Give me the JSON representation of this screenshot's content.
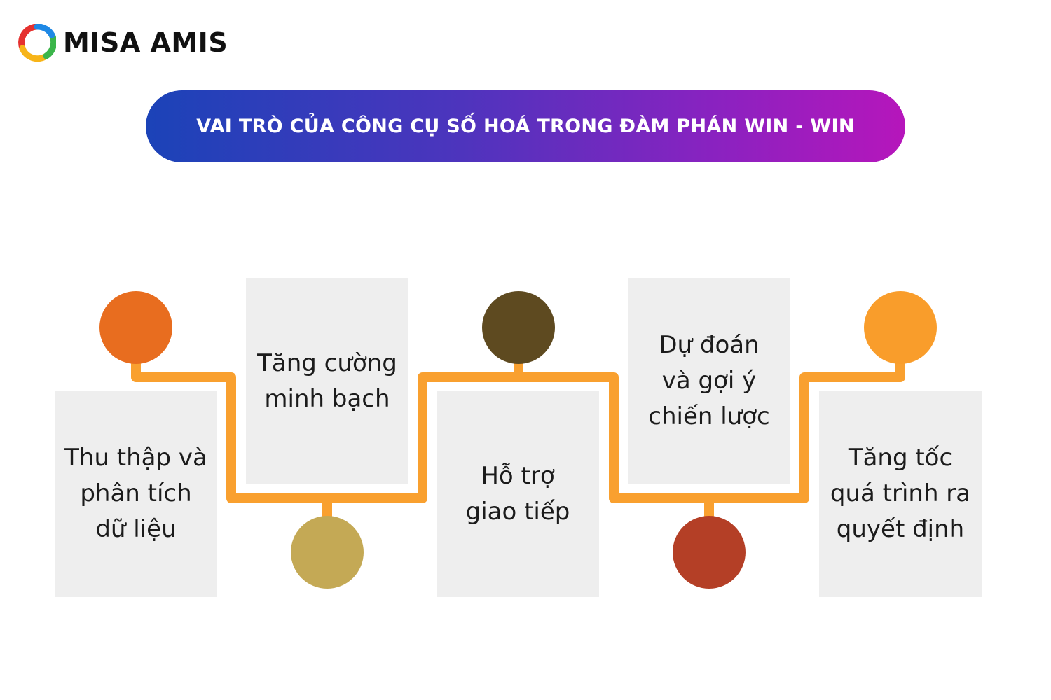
{
  "brand": {
    "name": "MISA AMIS",
    "logo_colors": [
      "#e5312f",
      "#f7b418",
      "#3bb54a",
      "#1e88e5"
    ]
  },
  "title": "VAI TRÒ CỦA CÔNG CỤ SỐ HOÁ TRONG ĐÀM PHÁN WIN - WIN",
  "title_gradient": [
    "#1b43b8",
    "#b616bb"
  ],
  "connector_color": "#f9a02f",
  "steps": [
    {
      "label": "Thu thập và phân tích dữ liệu",
      "lines": [
        "Thu thập và",
        "phân tích",
        "dữ liệu"
      ],
      "dot_color": "#e86d1f",
      "position": "top"
    },
    {
      "label": "Tăng cường minh bạch",
      "lines": [
        "Tăng cường",
        "minh bạch"
      ],
      "dot_color": "#c4a955",
      "position": "bottom"
    },
    {
      "label": "Hỗ trợ giao tiếp",
      "lines": [
        "Hỗ trợ",
        "giao tiếp"
      ],
      "dot_color": "#5e4a20",
      "position": "top"
    },
    {
      "label": "Dự đoán và gợi ý chiến lược",
      "lines": [
        "Dự đoán",
        "và gợi ý",
        "chiến lược"
      ],
      "dot_color": "#b43f26",
      "position": "bottom"
    },
    {
      "label": "Tăng tốc quá trình ra quyết định",
      "lines": [
        "Tăng tốc",
        "quá trình ra",
        "quyết định"
      ],
      "dot_color": "#f99d2b",
      "position": "top"
    }
  ]
}
